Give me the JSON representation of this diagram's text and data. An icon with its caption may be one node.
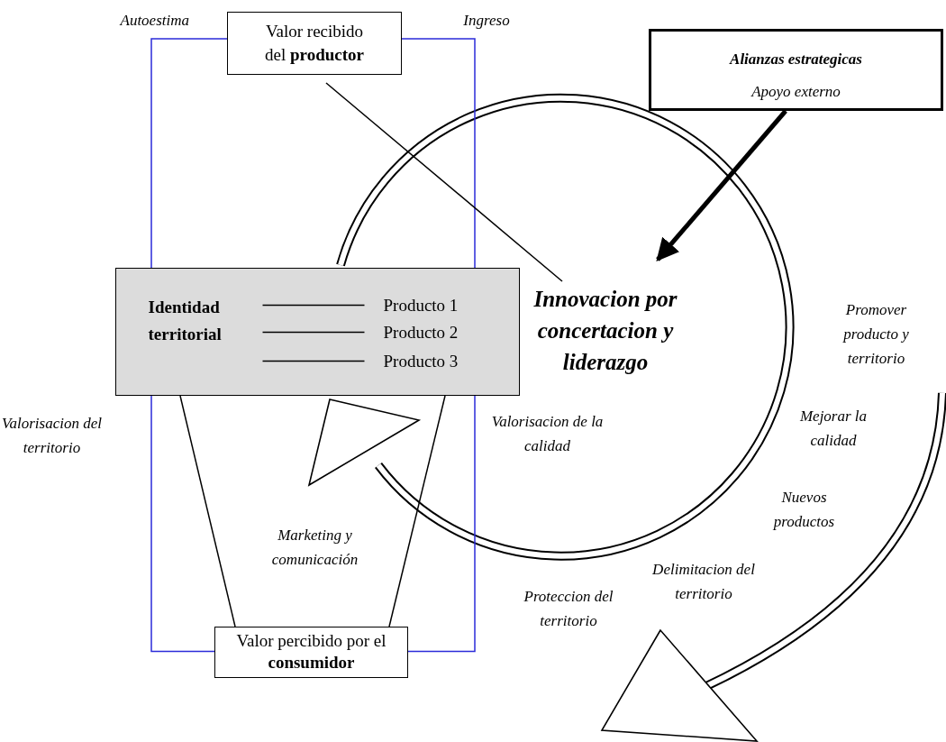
{
  "diagram": {
    "nodes": [
      {
        "text": [
          "Valor recibido del **productor**"
        ]
      },
      {
        "text": [
          "Alianzas estrategicas",
          "Apoyo externo"
        ]
      },
      {
        "text": [],
        "shape": "box"
      },
      {
        "text": [
          "Identidad territorial"
        ],
        "in": 2
      },
      {
        "text": [
          "Producto 1"
        ],
        "in": 2
      },
      {
        "text": [
          "Producto 2"
        ],
        "in": 2
      },
      {
        "text": [
          "Producto 3"
        ],
        "in": 2
      },
      {
        "text": [
          "Innovacion por concertacion y liderazgo"
        ]
      },
      {
        "text": [
          "Valor percibido por el **consumidor**"
        ]
      }
    ],
    "edges": [
      {
        "from": 0,
        "to": 7,
        "arrow": "none"
      },
      {
        "from": 1,
        "to": 7,
        "arrow": "to",
        "style": "thick"
      },
      {
        "from": 3,
        "to": 4,
        "arrow": "none"
      },
      {
        "from": 3,
        "to": 5,
        "arrow": "none"
      },
      {
        "from": 3,
        "to": 6,
        "arrow": "none"
      },
      {
        "from": 2,
        "to": 8,
        "arrow": "none"
      },
      {
        "from": 2,
        "to": 8,
        "arrow": "none"
      },
      {
        "from": 0,
        "to": 8,
        "arrow": "none",
        "color": "#2b2bd9"
      },
      {
        "from": 0,
        "to": 8,
        "arrow": "none",
        "color": "#2b2bd9"
      }
    ],
    "labels": [
      "Autoestima",
      "Ingreso",
      "Promover producto y territorio",
      "Valorisacion del territorio",
      "Valorisacion de la calidad",
      "Mejorar la calidad",
      "Nuevos productos",
      "Marketing y comunicación",
      "Delimitacion del territorio",
      "Proteccion del territorio"
    ]
  }
}
